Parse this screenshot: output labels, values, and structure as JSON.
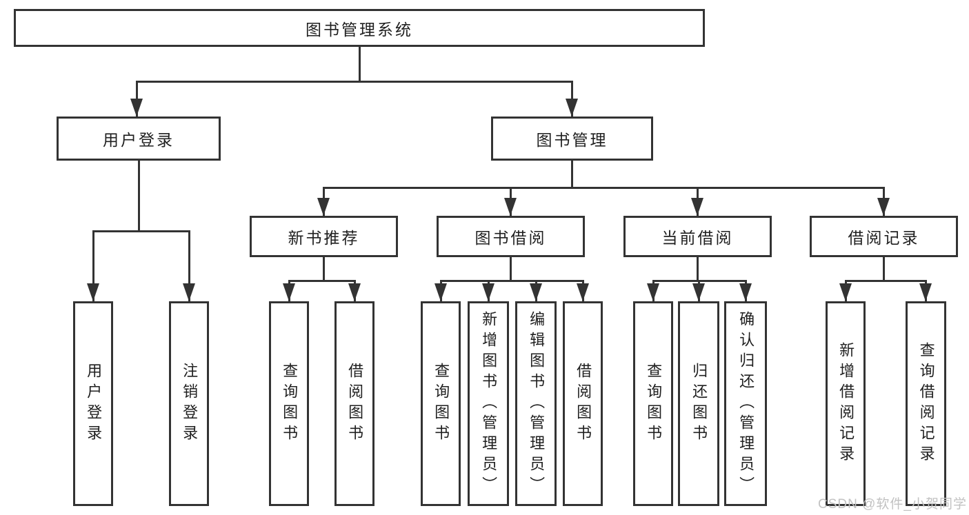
{
  "diagram": {
    "root": {
      "label": "图书管理系统"
    },
    "level2": [
      {
        "label": "用户登录",
        "children": [
          {
            "label": "用户登录"
          },
          {
            "label": "注销登录"
          }
        ]
      },
      {
        "label": "图书管理",
        "children": [
          {
            "label": "新书推荐",
            "children": [
              {
                "label": "查询图书"
              },
              {
                "label": "借阅图书"
              }
            ]
          },
          {
            "label": "图书借阅",
            "children": [
              {
                "label": "查询图书"
              },
              {
                "label": "新增图书（管理员）"
              },
              {
                "label": "编辑图书（管理员）"
              },
              {
                "label": "借阅图书"
              }
            ]
          },
          {
            "label": "当前借阅",
            "children": [
              {
                "label": "查询图书"
              },
              {
                "label": "归还图书"
              },
              {
                "label": "确认归还（管理员）"
              }
            ]
          },
          {
            "label": "借阅记录",
            "children": [
              {
                "label": "新增借阅记录"
              },
              {
                "label": "查询借阅记录"
              }
            ]
          }
        ]
      }
    ]
  },
  "watermark": {
    "text": "CSDN @软件_小贺同学"
  },
  "colors": {
    "line": "#333333",
    "text": "#1f1f1f",
    "box_background": "#ffffff",
    "watermark": "#c2c2c2"
  }
}
